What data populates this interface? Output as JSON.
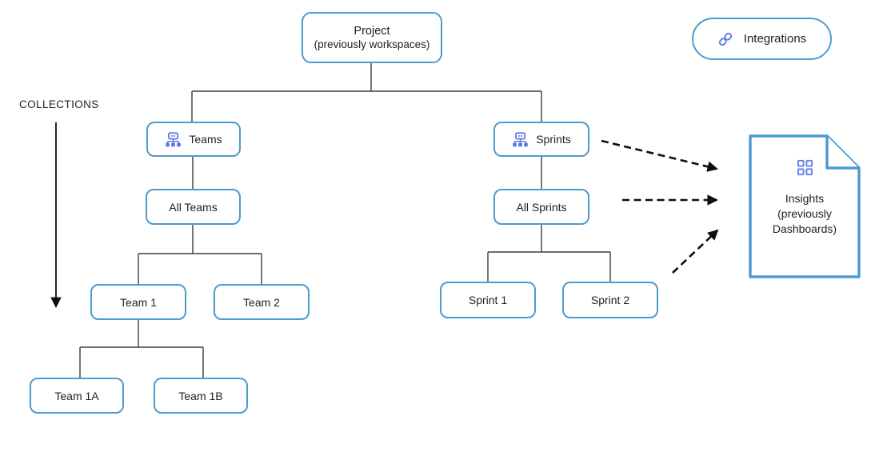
{
  "labels": {
    "collections": "COLLECTIONS"
  },
  "nodes": {
    "project": {
      "title": "Project",
      "subtitle": "(previously workspaces)"
    },
    "teams": {
      "label": "Teams",
      "icon": "org-chart-icon"
    },
    "sprints": {
      "label": "Sprints",
      "icon": "org-chart-icon"
    },
    "all_teams": {
      "label": "All Teams"
    },
    "all_sprints": {
      "label": "All Sprints"
    },
    "team_1": {
      "label": "Team 1"
    },
    "team_2": {
      "label": "Team 2"
    },
    "team_1a": {
      "label": "Team 1A"
    },
    "team_1b": {
      "label": "Team 1B"
    },
    "sprint_1": {
      "label": "Sprint 1"
    },
    "sprint_2": {
      "label": "Sprint 2"
    }
  },
  "integrations": {
    "label": "Integrations",
    "icon": "link-icon"
  },
  "insights": {
    "line1": "Insights",
    "line2": "(previously",
    "line3": "Dashboards)",
    "icon": "grid-icon"
  },
  "edges": {
    "tree": [
      [
        "Project (previously workspaces)",
        "Teams"
      ],
      [
        "Project (previously workspaces)",
        "Sprints"
      ],
      [
        "Teams",
        "All Teams"
      ],
      [
        "All Teams",
        "Team 1"
      ],
      [
        "All Teams",
        "Team 2"
      ],
      [
        "Team 1",
        "Team 1A"
      ],
      [
        "Team 1",
        "Team 1B"
      ],
      [
        "Sprints",
        "All Sprints"
      ],
      [
        "All Sprints",
        "Sprint 1"
      ],
      [
        "All Sprints",
        "Sprint 2"
      ]
    ],
    "dashed_arrows": [
      {
        "from": "Sprints",
        "to": "Insights (previously Dashboards)"
      },
      {
        "from": "All Sprints",
        "to": "Insights (previously Dashboards)"
      },
      {
        "from": "Sprint 2",
        "to": "Insights (previously Dashboards)"
      }
    ],
    "collections_arrow": {
      "label": "COLLECTIONS",
      "direction": "down"
    }
  },
  "colors": {
    "node_border": "#4D9BCE",
    "icon_indigo": "#5B76E4",
    "insights_icon_indigo": "#6E82E8",
    "connector_line": "#3d3d3d",
    "dashed_arrow": "#0d0d0d",
    "text": "#1f1f1f"
  }
}
